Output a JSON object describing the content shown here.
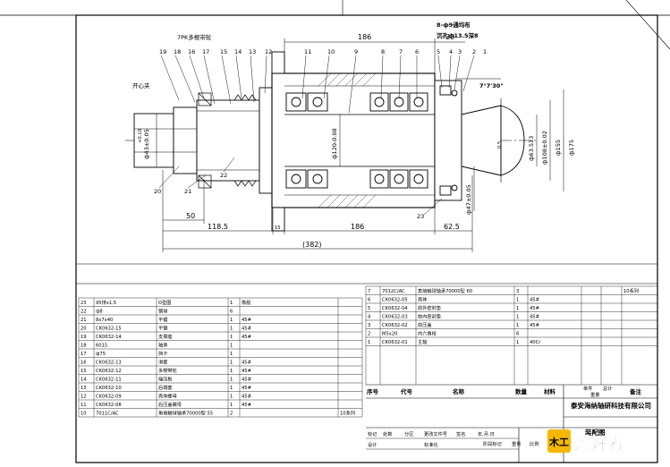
{
  "drawing": {
    "top_dims": {
      "d186": "186",
      "d30": "30"
    },
    "note_holes_1": "8-ф9通均布",
    "note_holes_2": "沉孔ф13.5深8",
    "note_angle": "7°7'30\"",
    "belt_label": "7PK多楔带轮",
    "center_label": "开心夹",
    "left_dia": "ф43±0.05",
    "left_tol": "+0.10",
    "mid_dia": "ф120-0.08",
    "right_dias": [
      "ф63.513",
      "ф108±0.02",
      "ф155",
      "ф175"
    ],
    "small_dia": "ф47±0.05",
    "small_note": "0.5",
    "bottom_dims": {
      "d50": "50",
      "d118_5": "118.5",
      "d15": "15",
      "d186b": "186",
      "d62_5": "62.5",
      "total": "(382)"
    },
    "balloons_top": [
      "19",
      "18",
      "16",
      "17",
      "15",
      "14",
      "13",
      "12",
      "11",
      "10",
      "9",
      "8",
      "7",
      "6",
      "5",
      "4",
      "3",
      "2",
      "1"
    ],
    "balloons_bottom": [
      "20",
      "21",
      "22",
      "23"
    ]
  },
  "bom_left": [
    {
      "no": "23",
      "code": "95排x1.5",
      "name": "O型圈",
      "qty": "1",
      "mat": "橡胶",
      "note": ""
    },
    {
      "no": "22",
      "code": "ф8",
      "name": "钢球",
      "qty": "6",
      "mat": "",
      "note": ""
    },
    {
      "no": "21",
      "code": "8x7x40",
      "name": "平键",
      "qty": "1",
      "mat": "45#",
      "note": ""
    },
    {
      "no": "20",
      "code": "CK0632-15",
      "name": "平键",
      "qty": "1",
      "mat": "45#",
      "note": ""
    },
    {
      "no": "19",
      "code": "CK0632-14",
      "name": "支撑座",
      "qty": "1",
      "mat": "45#",
      "note": ""
    },
    {
      "no": "18",
      "code": "6015",
      "name": "轴承",
      "qty": "1",
      "mat": "",
      "note": ""
    },
    {
      "no": "17",
      "code": "ф75",
      "name": "挡卡",
      "qty": "1",
      "mat": "",
      "note": ""
    },
    {
      "no": "16",
      "code": "CK0632-13",
      "name": "滑套",
      "qty": "1",
      "mat": "45#",
      "note": ""
    },
    {
      "no": "15",
      "code": "CK0632-12",
      "name": "多楔带轮",
      "qty": "1",
      "mat": "45#",
      "note": ""
    },
    {
      "no": "14",
      "code": "CK0632-11",
      "name": "端压板",
      "qty": "1",
      "mat": "45#",
      "note": ""
    },
    {
      "no": "13",
      "code": "CK0632-10",
      "name": "后端套",
      "qty": "1",
      "mat": "45#",
      "note": ""
    },
    {
      "no": "12",
      "code": "CK0632-09",
      "name": "壳体螺母",
      "qty": "1",
      "mat": "45#",
      "note": ""
    },
    {
      "no": "11",
      "code": "CK0632-08",
      "name": "后压盖螺母",
      "qty": "1",
      "mat": "45#",
      "note": ""
    },
    {
      "no": "10",
      "code": "7011C/AC",
      "name": "角接触球轴承70000型 55",
      "qty": "2",
      "mat": "",
      "note": "10系列"
    }
  ],
  "bom_right": [
    {
      "no": "7",
      "code": "7012C/AC",
      "name": "角接触球轴承70000型 60",
      "qty": "3",
      "mat": "",
      "note": "10系列"
    },
    {
      "no": "6",
      "code": "CK0632-05",
      "name": "壳体",
      "qty": "1",
      "mat": "45#",
      "note": ""
    },
    {
      "no": "5",
      "code": "CK0632-04",
      "name": "前外密封垫",
      "qty": "1",
      "mat": "45#",
      "note": ""
    },
    {
      "no": "4",
      "code": "CK0632-03",
      "name": "前内密封垫",
      "qty": "1",
      "mat": "45#",
      "note": ""
    },
    {
      "no": "3",
      "code": "CK0632-02",
      "name": "前压盖",
      "qty": "1",
      "mat": "45#",
      "note": ""
    },
    {
      "no": "2",
      "code": "M5x20",
      "name": "内六角栓",
      "qty": "6",
      "mat": "",
      "note": ""
    },
    {
      "no": "1",
      "code": "CK0632-01",
      "name": "主轴",
      "qty": "1",
      "mat": "40Cr",
      "note": ""
    }
  ],
  "bom_header": {
    "no": "序号",
    "code": "代号",
    "name": "名称",
    "qty": "数量",
    "mat": "材料",
    "unit": "单件",
    "total": "总计",
    "weight": "重量",
    "note": "备注"
  },
  "title_block": {
    "company": "泰安海纳轴研科技有限公司",
    "drawing_name": "装配图",
    "row1": [
      "标记",
      "处数",
      "分区",
      "更改文件号",
      "签名",
      "年.月.日"
    ],
    "row2": [
      "设计",
      "",
      "",
      "标准化",
      "",
      ""
    ],
    "stage": "阶段标记",
    "weight": "重量",
    "scale": "比例"
  },
  "watermark": {
    "prefix": "木工",
    "main": "爱好者"
  }
}
